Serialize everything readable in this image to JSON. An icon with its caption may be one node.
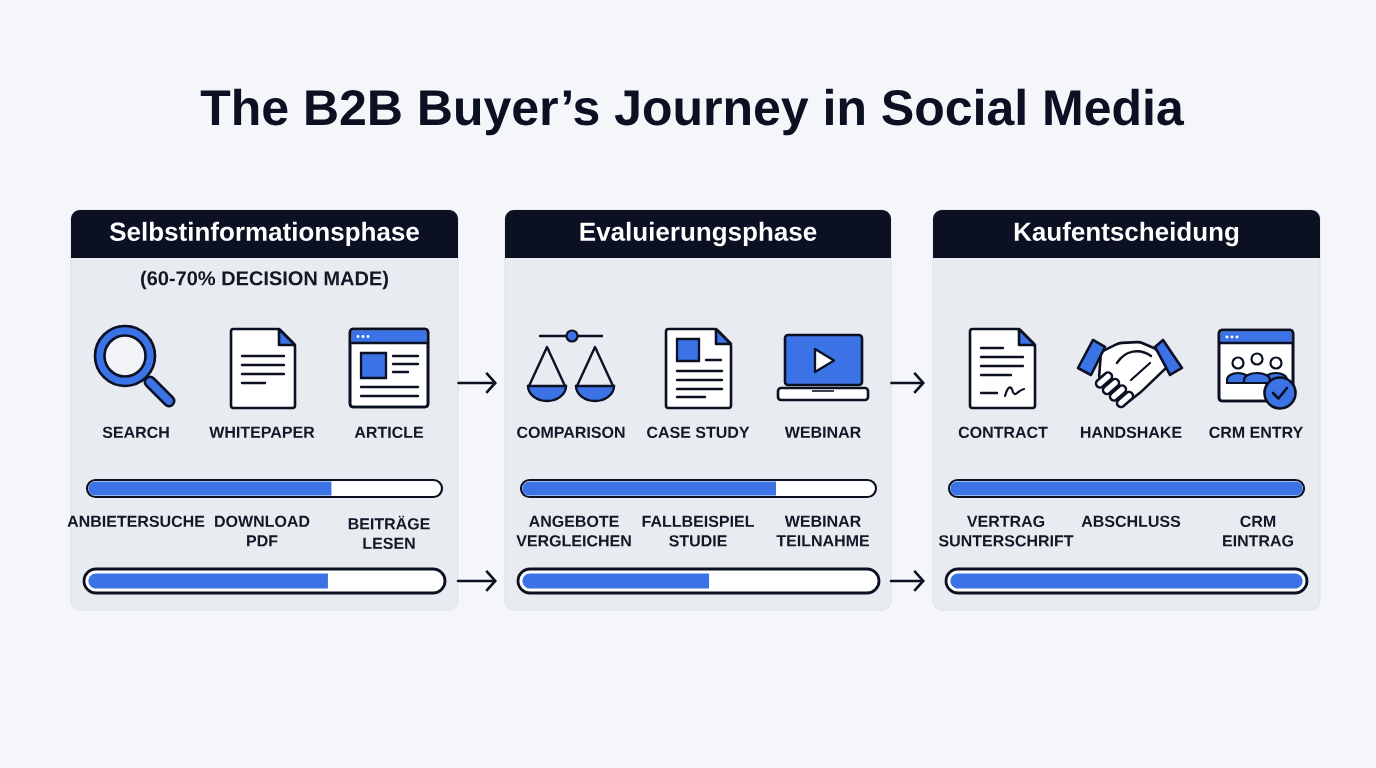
{
  "diagram": {
    "title": "The B2B Buyer’s Journey in Social Media",
    "nodes": [
      {
        "text": [
          "Selbstinformationsphase",
          "(60-70% DECISION MADE)"
        ]
      },
      {
        "text": [],
        "shape": "bar",
        "in": 0
      },
      {
        "text": [],
        "shape": "bar",
        "in": 0
      },
      {
        "text": [
          "Evaluierungsphase"
        ]
      },
      {
        "text": [],
        "shape": "bar",
        "in": 3
      },
      {
        "text": [],
        "shape": "bar",
        "in": 3
      },
      {
        "text": [
          "Kaufentscheidung"
        ]
      },
      {
        "text": [],
        "shape": "bar",
        "in": 6
      },
      {
        "text": [],
        "shape": "bar",
        "in": 6
      }
    ],
    "edges": [
      {
        "from": 0,
        "to": 3,
        "arrow": "to"
      },
      {
        "from": 3,
        "to": 6,
        "arrow": "to"
      },
      {
        "from": 2,
        "to": 5,
        "arrow": "to"
      },
      {
        "from": 5,
        "to": 8,
        "arrow": "to"
      }
    ],
    "labels": [
      "SEARCH",
      "WHITEPAPER",
      "ARTICLE",
      "COMPARISON",
      "CASE STUDY",
      "WEBINAR",
      "CONTRACT",
      "HANDSHAKE",
      "CRM ENTRY",
      "ANBIETERSUCHE",
      "DOWNLOAD PDF",
      "BEITRÄGE LESEN",
      "ANGEBOTE VERGLEICHEN",
      "FALLBEISPIEL STUDIE",
      "WEBINAR TEILNAHME",
      "VERTRAG SUNTERSCHRIFT",
      "ABSCHLUSS",
      "CRM EINTRAG"
    ]
  }
}
